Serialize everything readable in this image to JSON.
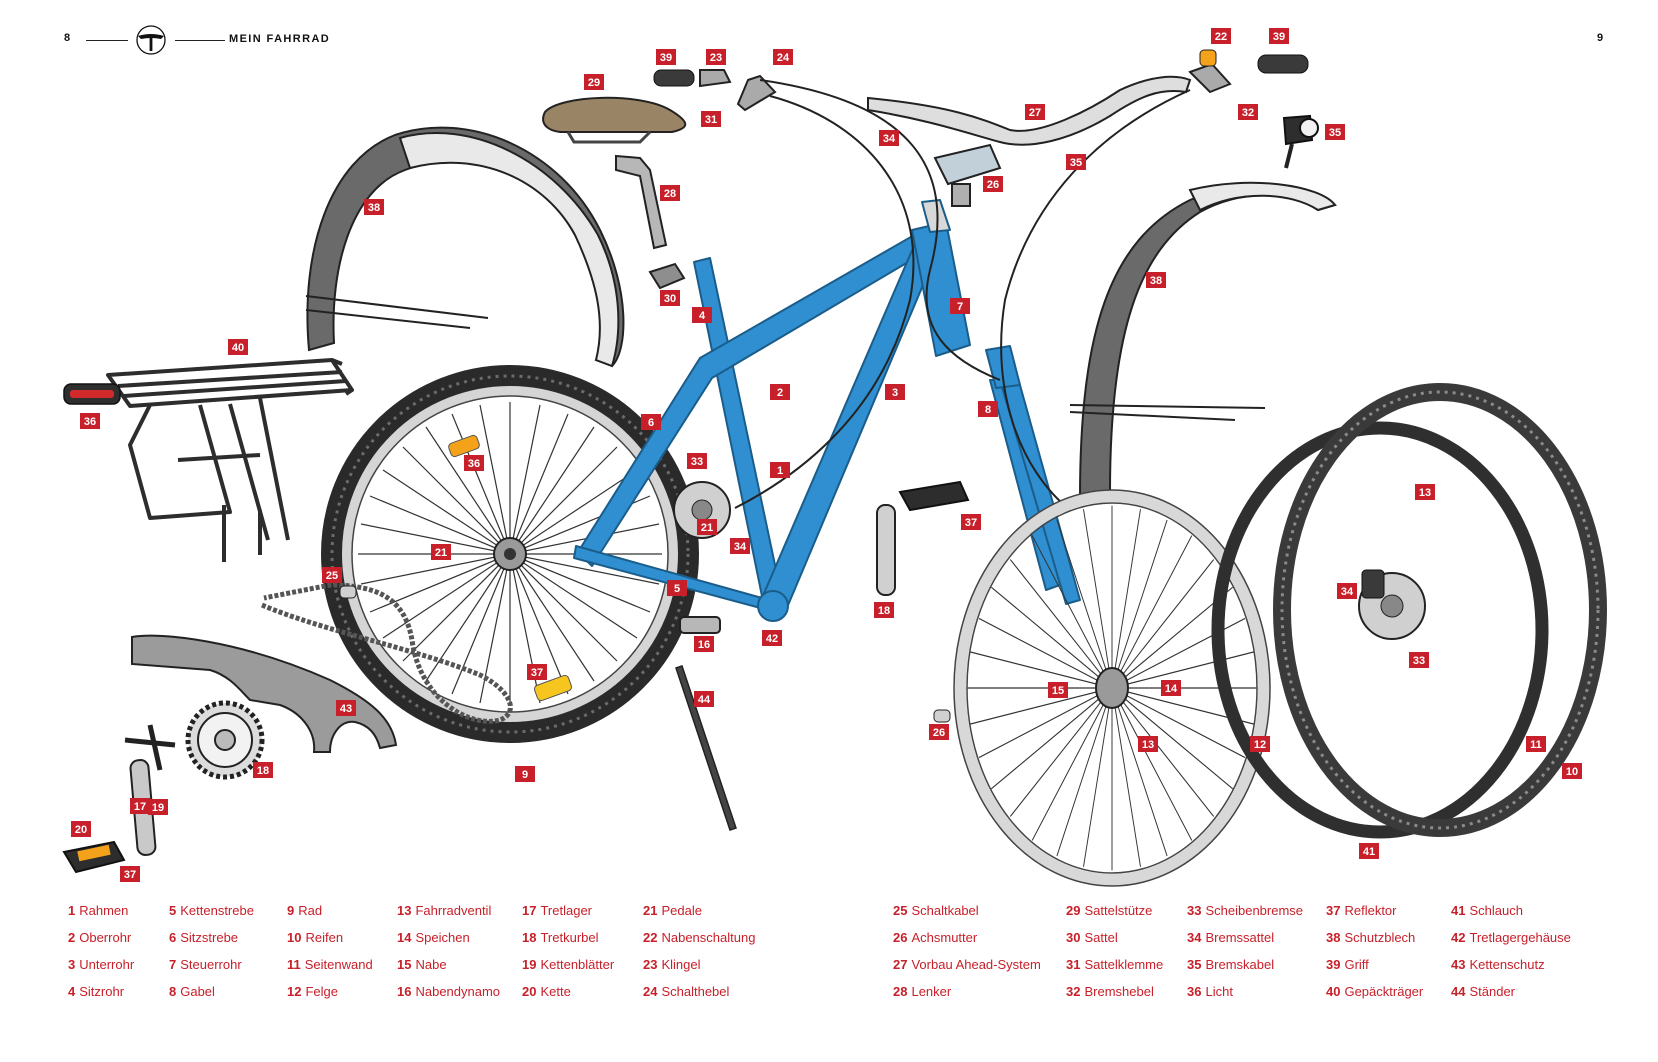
{
  "header": {
    "page_left": "8",
    "page_right": "9",
    "chapter_title": "MEIN FAHRRAD"
  },
  "colors": {
    "accent": "#c8202a",
    "frame_blue": "#2f8fd0",
    "metal_grey": "#8f8f8f",
    "tire_dark": "#3a3a3a",
    "reflector_orange": "#f4a21a",
    "saddle_brown": "#9a8466"
  },
  "callouts": [
    "1",
    "2",
    "3",
    "4",
    "5",
    "6",
    "7",
    "8",
    "9",
    "10",
    "11",
    "12",
    "13",
    "14",
    "15",
    "16",
    "17",
    "18",
    "19",
    "20",
    "21",
    "22",
    "23",
    "24",
    "25",
    "26",
    "27",
    "28",
    "29",
    "30",
    "31",
    "32",
    "33",
    "34",
    "35",
    "36",
    "37",
    "38",
    "39",
    "40",
    "41",
    "42",
    "43",
    "44"
  ],
  "legend": {
    "columns": [
      [
        {
          "num": "1",
          "label": "Rahmen"
        },
        {
          "num": "2",
          "label": "Oberrohr"
        },
        {
          "num": "3",
          "label": "Unterrohr"
        },
        {
          "num": "4",
          "label": "Sitzrohr"
        }
      ],
      [
        {
          "num": "5",
          "label": "Kettenstrebe"
        },
        {
          "num": "6",
          "label": "Sitzstrebe"
        },
        {
          "num": "7",
          "label": "Steuerrohr"
        },
        {
          "num": "8",
          "label": "Gabel"
        }
      ],
      [
        {
          "num": "9",
          "label": "Rad"
        },
        {
          "num": "10",
          "label": "Reifen"
        },
        {
          "num": "11",
          "label": "Seitenwand"
        },
        {
          "num": "12",
          "label": "Felge"
        }
      ],
      [
        {
          "num": "13",
          "label": "Fahrradventil"
        },
        {
          "num": "14",
          "label": "Speichen"
        },
        {
          "num": "15",
          "label": "Nabe"
        },
        {
          "num": "16",
          "label": "Nabendynamo"
        }
      ],
      [
        {
          "num": "17",
          "label": "Tretlager"
        },
        {
          "num": "18",
          "label": "Tretkurbel"
        },
        {
          "num": "19",
          "label": "Kettenblätter"
        },
        {
          "num": "20",
          "label": "Kette"
        }
      ],
      [
        {
          "num": "21",
          "label": "Pedale"
        },
        {
          "num": "22",
          "label": "Nabenschaltung"
        },
        {
          "num": "23",
          "label": "Klingel"
        },
        {
          "num": "24",
          "label": "Schalthebel"
        }
      ],
      [
        {
          "num": "25",
          "label": "Schaltkabel"
        },
        {
          "num": "26",
          "label": "Achsmutter"
        },
        {
          "num": "27",
          "label": "Vorbau Ahead-System"
        },
        {
          "num": "28",
          "label": "Lenker"
        }
      ],
      [
        {
          "num": "29",
          "label": "Sattelstütze"
        },
        {
          "num": "30",
          "label": "Sattel"
        },
        {
          "num": "31",
          "label": "Sattelklemme"
        },
        {
          "num": "32",
          "label": "Bremshebel"
        }
      ],
      [
        {
          "num": "33",
          "label": "Scheibenbremse"
        },
        {
          "num": "34",
          "label": "Bremssattel"
        },
        {
          "num": "35",
          "label": "Bremskabel"
        },
        {
          "num": "36",
          "label": "Licht"
        }
      ],
      [
        {
          "num": "37",
          "label": "Reflektor"
        },
        {
          "num": "38",
          "label": "Schutzblech"
        },
        {
          "num": "39",
          "label": "Griff"
        },
        {
          "num": "40",
          "label": "Gepäckträger"
        }
      ],
      [
        {
          "num": "41",
          "label": "Schlauch"
        },
        {
          "num": "42",
          "label": "Tretlagergehäuse"
        },
        {
          "num": "43",
          "label": "Kettenschutz"
        },
        {
          "num": "44",
          "label": "Ständer"
        }
      ]
    ]
  }
}
